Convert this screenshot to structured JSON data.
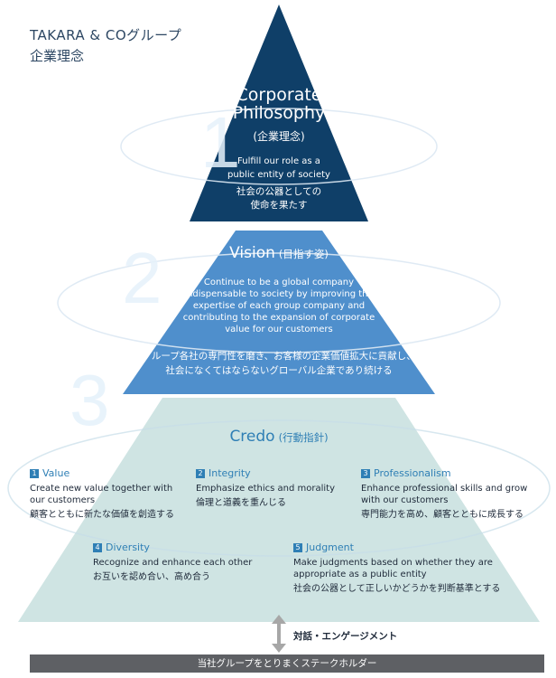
{
  "header": {
    "company": "TAKARA & COグループ",
    "subtitle": "企業理念"
  },
  "tier1": {
    "number": "1",
    "title_line1": "Corporate",
    "title_line2": "Philosophy",
    "title_jp": "(企業理念)",
    "desc_en_line1": "Fulfill our role as a",
    "desc_en_line2": "public entity of society",
    "desc_jp_line1": "社会の公器としての",
    "desc_jp_line2": "使命を果たす"
  },
  "tier2": {
    "number": "2",
    "title": "Vision",
    "title_jp": "(目指す姿)",
    "desc_en_lines": [
      "Continue to be a global company",
      "indispensable to society by improving the",
      "expertise of each group company and",
      "contributing to the expansion of corporate",
      "value for our customers"
    ],
    "desc_jp_line1": "グループ各社の専門性を磨き、お客様の企業価値拡大に貢献し、",
    "desc_jp_line2": "社会になくてはならないグローバル企業であり続ける"
  },
  "tier3": {
    "number": "3",
    "title": "Credo",
    "title_jp": "(行動指針)",
    "items": [
      {
        "num": "1",
        "title": "Value",
        "en": "Create new value together with our customers",
        "jp": "顧客とともに新たな価値を創造する"
      },
      {
        "num": "2",
        "title": "Integrity",
        "en": "Emphasize ethics and morality",
        "jp": "倫理と道義を重んじる"
      },
      {
        "num": "3",
        "title": "Professionalism",
        "en": "Enhance professional skills and grow with our customers",
        "jp": "専門能力を高め、顧客とともに成長する"
      },
      {
        "num": "4",
        "title": "Diversity",
        "en": "Recognize and enhance each other",
        "jp": "お互いを認め合い、高め合う"
      },
      {
        "num": "5",
        "title": "Judgment",
        "en": "Make judgments based on whether they are appropriate as a public entity",
        "jp": "社会の公器として正しいかどうかを判断基準とする"
      }
    ]
  },
  "engagement": "対話・エンゲージメント",
  "footer": "当社グループをとりまくステークホルダー",
  "colors": {
    "tier1": "#0f3f68",
    "tier2": "#4f8fcc",
    "tier3": "#cfe4e3",
    "accent": "#2f7fb5",
    "footer": "#5e6064"
  }
}
